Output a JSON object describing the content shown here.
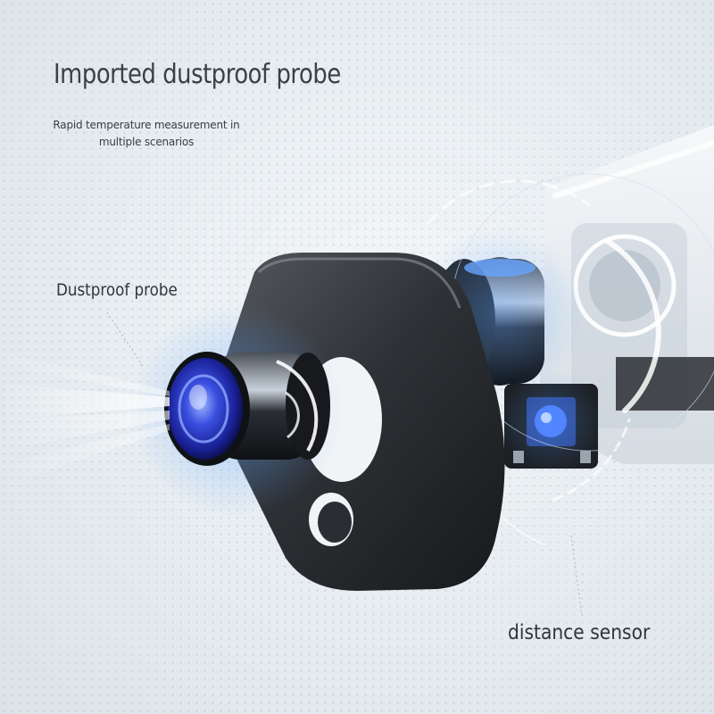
{
  "headline": "Imported dustproof probe",
  "subheadline": "Rapid temperature measurement in multiple scenarios",
  "callouts": {
    "probe": "Dustproof probe",
    "sensor": "distance sensor"
  },
  "colors": {
    "background": "#e8edf1",
    "text": "#3a4048",
    "housing": "#2c2f33",
    "glow": "#2f6bff"
  }
}
